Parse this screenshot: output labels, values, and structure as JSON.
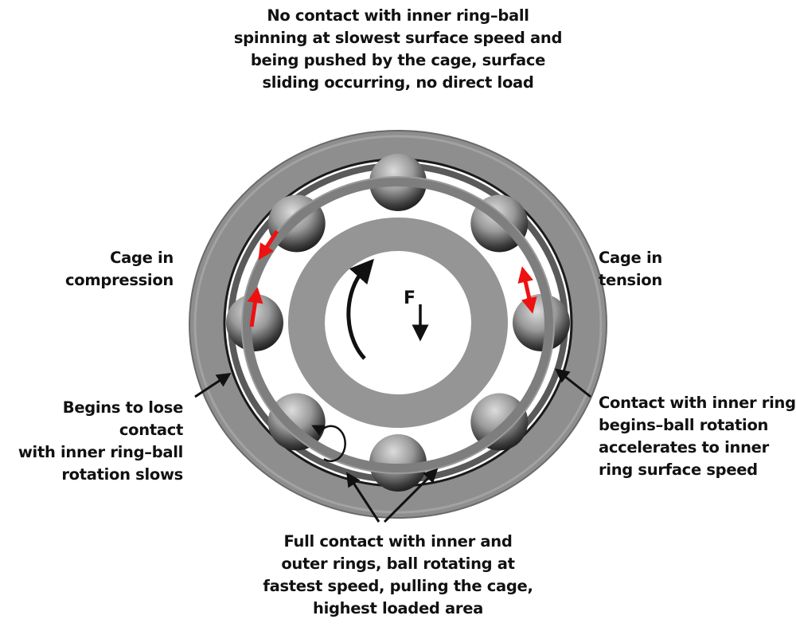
{
  "figure": {
    "subject": "Ball bearing under radial load",
    "colors": {
      "ring": "#8f8f8f",
      "ring_edge": "#6e6e6e",
      "cage": "#7d7d7d",
      "ball_light": "#d6d6d6",
      "ball_dark": "#1e1e1e",
      "cage_force_arrow": "#ee1111",
      "annotation_arrow": "#111111",
      "text": "#111111",
      "background": "#ffffff"
    },
    "ball_count": 8,
    "symbols": {
      "force_label": "F",
      "force_direction": "down",
      "inner_ring_rotation": "clockwise",
      "ball_rotation": "counter-clockwise"
    }
  },
  "labels": {
    "top": "No contact with inner ring–ball\nspinning at slowest surface speed and\nbeing pushed by the cage, surface\nsliding occurring, no direct load",
    "cage_compression": "Cage in\ncompression",
    "cage_tension": "Cage in\ntension",
    "left_lower": "Begins to lose contact\nwith inner ring–ball\nrotation slows",
    "right_lower": "Contact with inner ring\nbegins–ball rotation\naccelerates to inner\nring surface speed",
    "bottom": "Full contact with inner and\nouter rings, ball rotating at\nfastest speed, pulling the cage,\nhighest loaded area"
  }
}
